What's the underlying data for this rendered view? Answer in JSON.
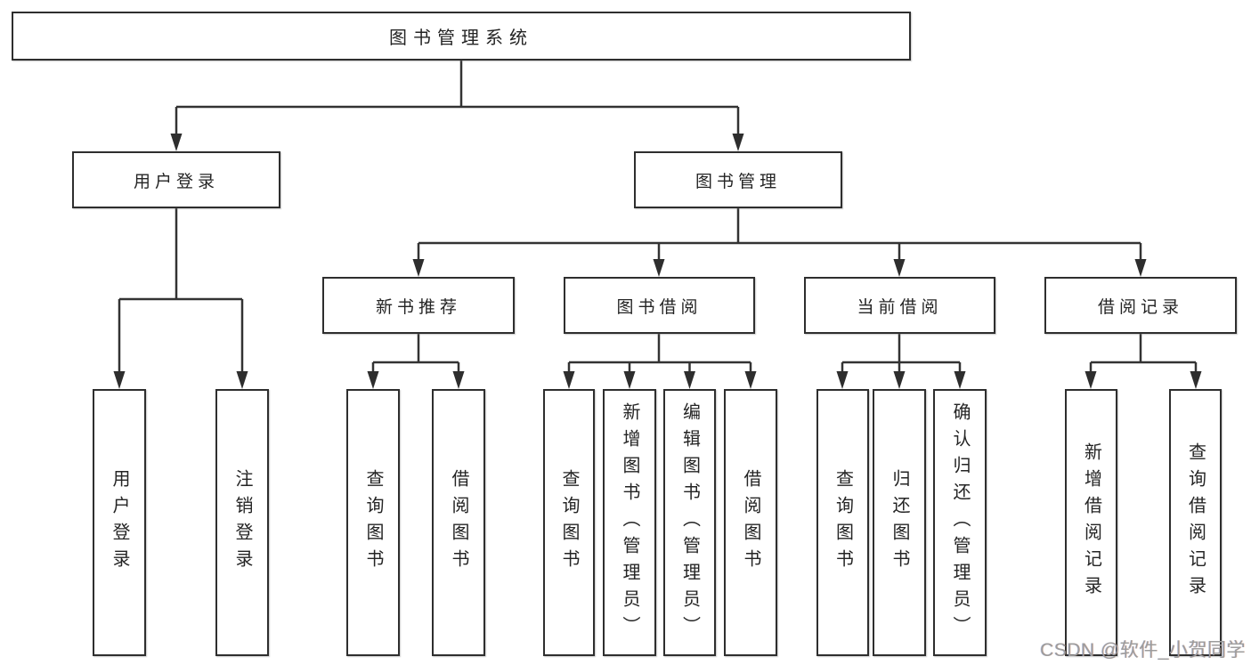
{
  "diagram": {
    "title": "图书管理系统",
    "level2": [
      "用户登录",
      "图书管理"
    ],
    "level3": [
      "新书推荐",
      "图书借阅",
      "当前借阅",
      "借阅记录"
    ],
    "leaves": [
      "用户登录",
      "注销登录",
      "查询图书",
      "借阅图书",
      "查询图书",
      "新增图书（管理员）",
      "编辑图书（管理员）",
      "借阅图书",
      "查询图书",
      "归还图书",
      "确认归还（管理员）",
      "新增借阅记录",
      "查询借阅记录"
    ],
    "colors": {
      "line": "#333333",
      "box_border": "#2e2e2e",
      "text": "#242424",
      "background": "#ffffff",
      "watermark": "#9c9c9c"
    }
  },
  "watermark": {
    "text": "CSDN @软件_小贺同学"
  }
}
